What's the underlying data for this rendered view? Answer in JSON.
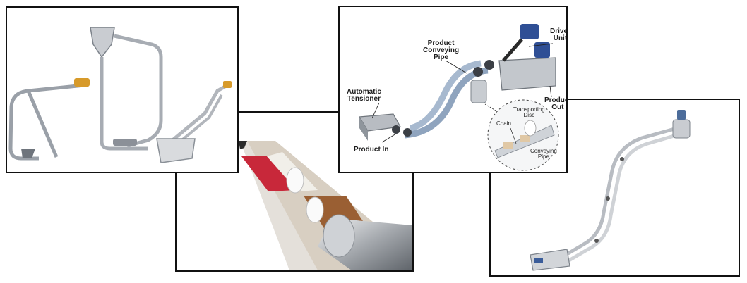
{
  "labels": {
    "product_conveying_pipe": "Product\nConveying\nPipe",
    "driver_unit": "Driver\nUnit",
    "automatic_tensioner": "Automatic\nTensioner",
    "product_out": "Product\nOut",
    "product_in": "Product In",
    "transporting_disc": "Transporting\nDisc",
    "chain": "Chain",
    "conveying_pipe": "Conveying\nPipe"
  },
  "colors": {
    "border": "#111111",
    "steel": "#b8bcc2",
    "steel_dark": "#7d838b",
    "blue_pipe": "#8fa4be",
    "motor_blue": "#2f4f95",
    "orange": "#d79a2a",
    "red_pellets": "#c8283a",
    "brown_pellets": "#9a5f33"
  }
}
